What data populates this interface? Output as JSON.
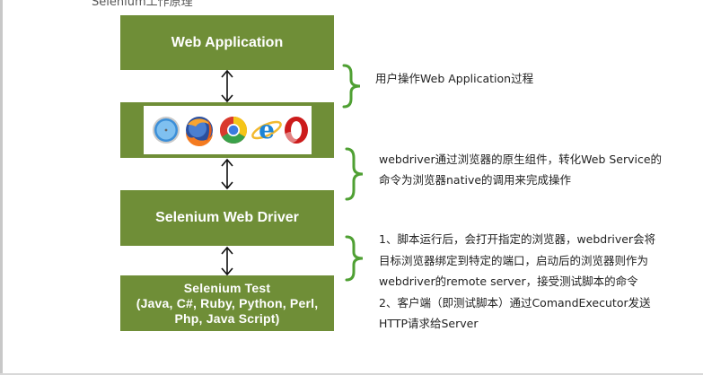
{
  "header": {
    "cut_title": "Selenium工作原理"
  },
  "boxes": {
    "web_application": "Web Application",
    "web_driver": "Selenium Web Driver",
    "test_title": "Selenium Test",
    "test_languages_line1": "(Java, C#, Ruby, Python, Perl,",
    "test_languages_line2": "Php, Java Script)"
  },
  "browsers": [
    "safari-icon",
    "firefox-icon",
    "chrome-icon",
    "ie-icon",
    "opera-icon"
  ],
  "notes": {
    "note1": "用户操作Web Application过程",
    "note2": [
      "webdriver通过浏览器的原生组件，转化Web Service的",
      "命令为浏览器native的调用来完成操作"
    ],
    "note3": [
      "1、脚本运行后，会打开指定的浏览器，webdriver会将",
      "目标浏览器绑定到特定的端口，启动后的浏览器则作为",
      "webdriver的remote server，接受测试脚本的命令",
      "2、客户端（即测试脚本）通过ComandExecutor发送",
      "HTTP请求给Server"
    ]
  },
  "colors": {
    "box_green": "#6f8e37",
    "brace_green": "#4fa033",
    "arrow_black": "#111111"
  }
}
